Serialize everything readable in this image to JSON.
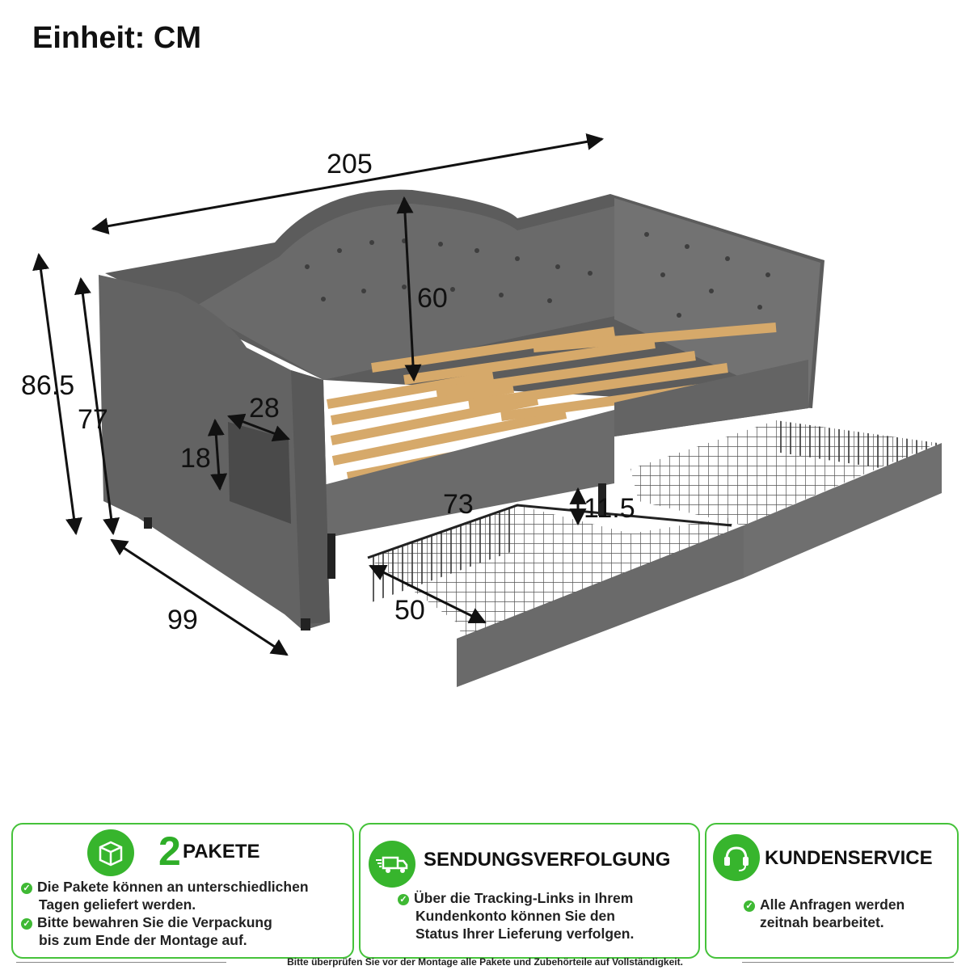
{
  "unit_label": "Einheit: CM",
  "dimensions": {
    "length": "205",
    "backrest_height": "60",
    "total_height": "86.5",
    "side_height": "77",
    "pocket_width": "28",
    "pocket_height": "18",
    "drawer_length": "73",
    "drawer_height": "11.5",
    "drawer_width": "50",
    "depth": "99"
  },
  "cards": {
    "packages": {
      "number": "2",
      "title": "PAKETE",
      "lines": [
        "Die Pakete können an unterschiedlichen",
        "Tagen geliefert werden.",
        "Bitte bewahren Sie die Verpackung",
        "bis zum Ende der Montage auf."
      ]
    },
    "tracking": {
      "title": "SENDUNGSVERFOLGUNG",
      "lines": [
        "Über die Tracking-Links in Ihrem",
        "Kundenkonto können Sie den",
        "Status Ihrer Lieferung verfolgen."
      ]
    },
    "service": {
      "title": "KUNDENSERVICE",
      "lines": [
        "Alle Anfragen werden",
        "zeitnah bearbeitet."
      ]
    }
  },
  "footer_note": "Bitte überprüfen Sie vor der Montage alle Pakete und Zubehörteile auf Vollständigkeit.",
  "colors": {
    "accent_green": "#37b52d",
    "upholstery": "#5e5e5e",
    "slats": "#e3bf8c"
  }
}
